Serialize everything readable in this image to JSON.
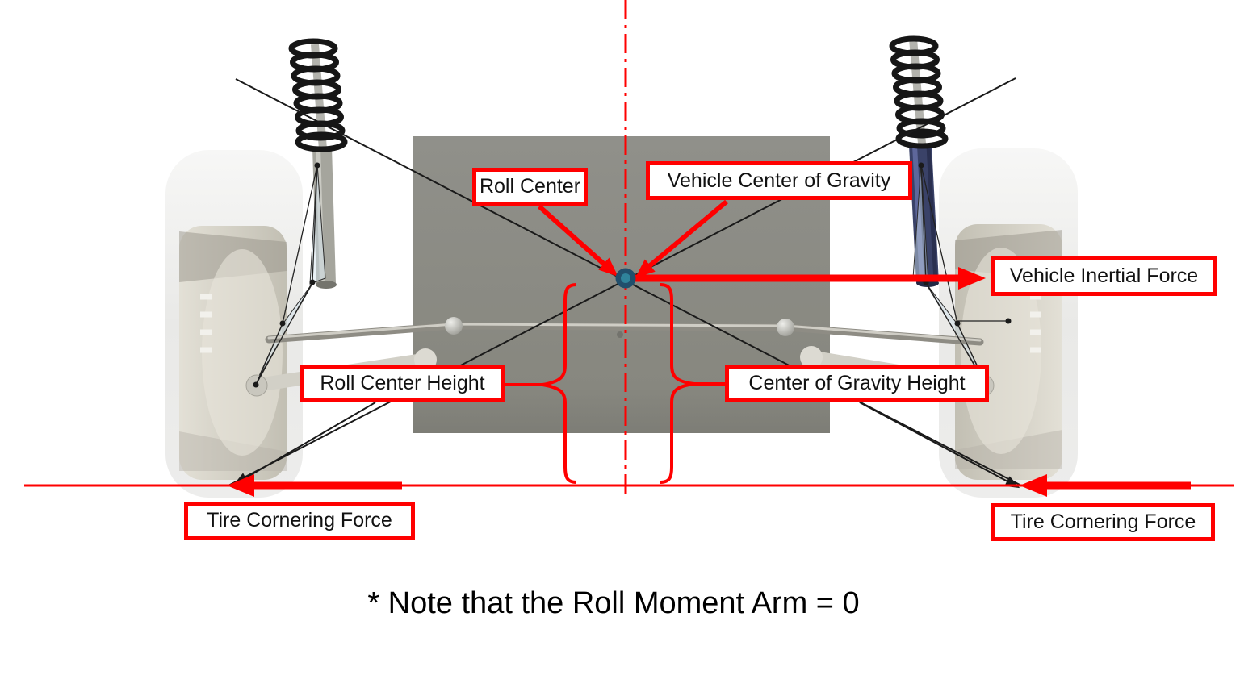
{
  "diagram": {
    "note": "* Note that the Roll Moment Arm = 0",
    "labels": {
      "roll_center": "Roll Center",
      "vehicle_center_of_gravity": "Vehicle Center of Gravity",
      "vehicle_inertial_force": "Vehicle Inertial Force",
      "roll_center_height": "Roll Center Height",
      "center_of_gravity_height": "Center of Gravity Height",
      "tire_cornering_force_left": "Tire Cornering Force",
      "tire_cornering_force_right": "Tire Cornering Force"
    },
    "colors": {
      "annotation_red": "#FF0000",
      "chassis_gray": "#8A8A83",
      "tire_gray": "#ECECEA",
      "rim_beige": "#CDCABF",
      "spring_black": "#161616",
      "damper_blue": "#3A4268",
      "strut_gray": "#A5A59D",
      "dot_outer": "#214F6C",
      "dot_inner": "#2F839B",
      "line_black": "#1A1A1A"
    }
  }
}
